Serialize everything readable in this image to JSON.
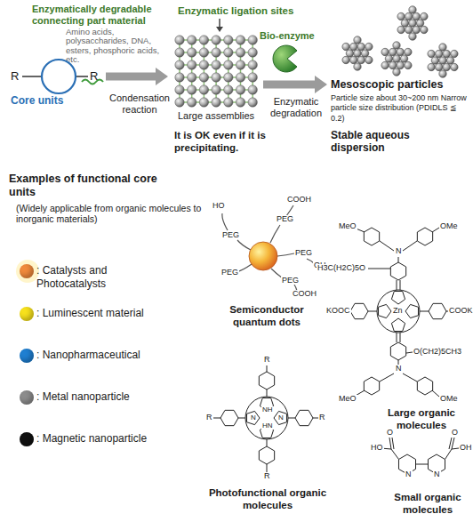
{
  "diagram": {
    "nodes": [
      {
        "text": [
          "R",
          "R",
          "Core units"
        ]
      },
      {
        "text": [
          "Large assemblies"
        ]
      },
      {
        "text": [
          "Mesoscopic particles",
          "Particle size about 30~200 nm Narrow particle size distribution (PDIDLS ≦ 0.2)",
          "Stable aqueous dispersion"
        ]
      }
    ],
    "edges": [
      {
        "from": 0,
        "to": 1,
        "label": "Condensation reaction",
        "arrow": "to"
      },
      {
        "from": 1,
        "to": 2,
        "label": "Enzymatic degradation",
        "arrow": "to"
      }
    ],
    "labels": [
      "Enzymatically degradable connecting part material",
      "Amino acids, polysaccharides, DNA, esters, phosphoric acids, etc.",
      "Enzymatic ligation sites",
      "Bio-enzyme",
      "It is OK even if it is precipitating.",
      "Examples of functional core units",
      "(Widely applicable from organic molecules to inorganic materials)",
      "Semiconductor quantum dots",
      "Large organic molecules",
      "Photofunctional organic molecules",
      "Small organic molecules",
      "HO",
      "COOH",
      "PEG",
      "PEG",
      "PEG",
      "OH",
      "PEG",
      "PEG",
      "COOH",
      "MeO",
      "OMe",
      "N",
      "H3C(H2C)5O",
      "KOOC",
      "Zn",
      "COOK",
      "O(CH2)5CH3",
      "N",
      "MeO",
      "OMe",
      "R",
      "R",
      "NH",
      "N",
      "N",
      "R",
      "HN",
      "R",
      "HO",
      "O",
      "O",
      "OH",
      "N",
      "N"
    ],
    "legend": [
      {
        "text": ": Catalysts and Photocatalysts",
        "color": "#f08a3c"
      },
      {
        "text": ": Luminescent material",
        "color": "#f7e11c"
      },
      {
        "text": ": Nanopharmaceutical",
        "color": "#1f7fd1"
      },
      {
        "text": ": Metal nanoparticle",
        "color": "#8c8c8c"
      },
      {
        "text": ": Magnetic nanoparticle",
        "color": "#111111"
      }
    ]
  }
}
